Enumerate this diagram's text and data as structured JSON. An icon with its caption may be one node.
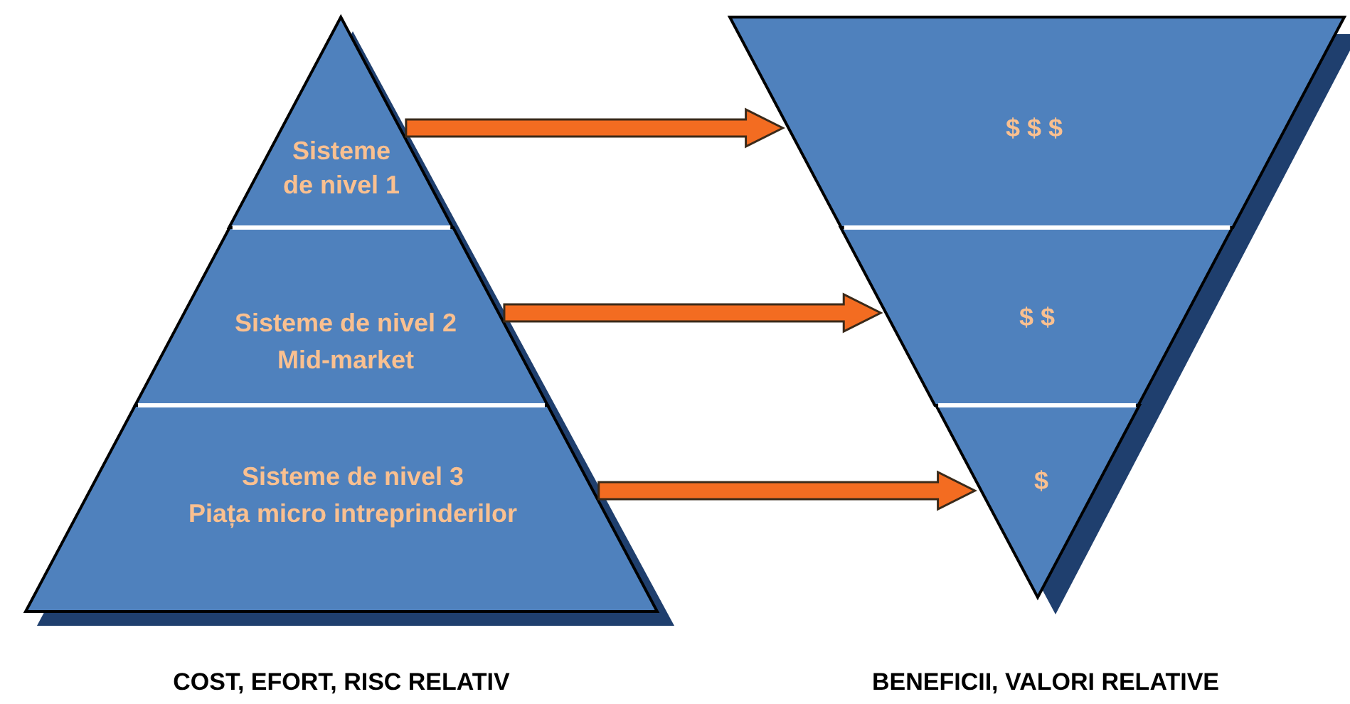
{
  "diagram": {
    "nodes": [
      {
        "text": [
          "Sisteme de nivel 1"
        ]
      },
      {
        "text": [
          "Sisteme de nivel 2",
          "Mid-market"
        ]
      },
      {
        "text": [
          "Sisteme de nivel 3",
          "Piața micro intreprinderilor"
        ]
      },
      {
        "text": [
          "$ $ $"
        ]
      },
      {
        "text": [
          "$ $"
        ]
      },
      {
        "text": [
          "$"
        ]
      }
    ],
    "edges": [
      {
        "from": 0,
        "to": 3,
        "arrow": "to"
      },
      {
        "from": 1,
        "to": 4,
        "arrow": "to"
      },
      {
        "from": 2,
        "to": 5,
        "arrow": "to"
      }
    ],
    "labels": [
      "COST, EFORT, RISC RELATIV",
      "BENEFICII, VALORI RELATIVE"
    ]
  }
}
